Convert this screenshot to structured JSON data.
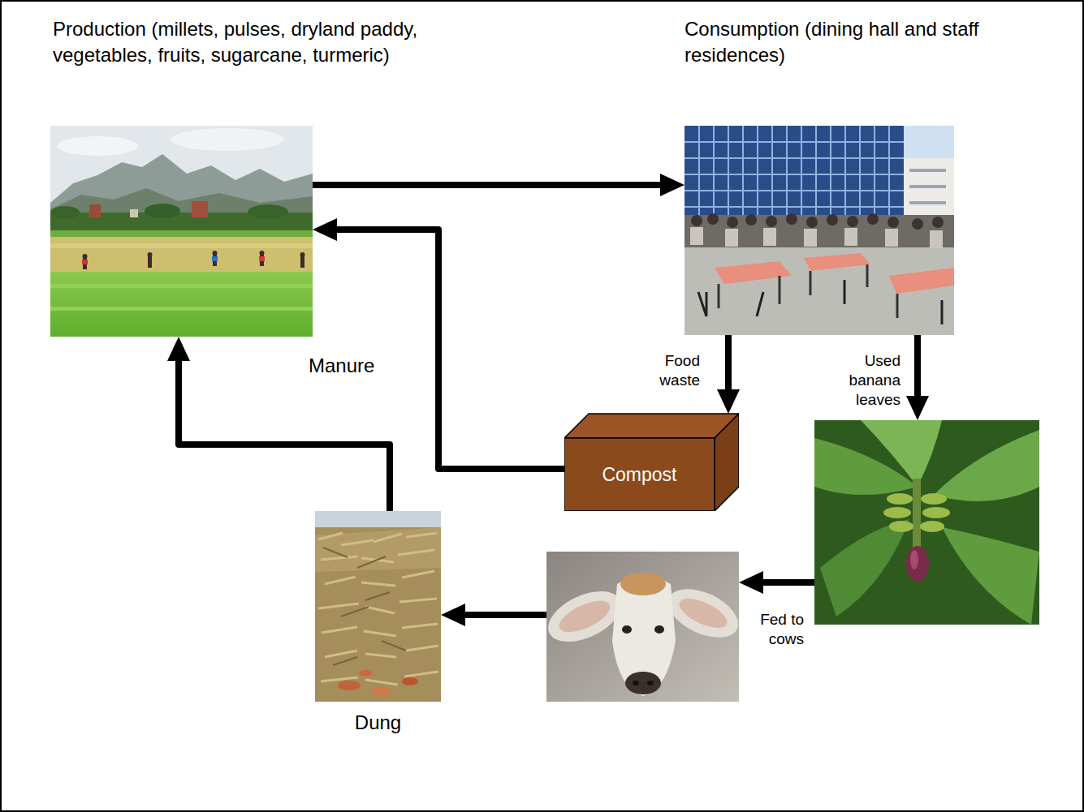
{
  "diagram": {
    "nodes": [
      {
        "text": [
          "Production (millets, pulses, dryland paddy, vegetables, fruits, sugarcane, turmeric)"
        ]
      },
      {
        "text": [
          "Consumption (dining hall and staff residences)"
        ]
      },
      {
        "text": [
          "Compost"
        ]
      },
      {
        "text": []
      },
      {
        "text": []
      },
      {
        "text": [
          "Dung"
        ]
      }
    ],
    "edges": [
      {
        "from": 0,
        "to": 1,
        "arrow": "to"
      },
      {
        "from": 1,
        "to": 2,
        "label": "Food waste",
        "arrow": "to"
      },
      {
        "from": 2,
        "to": 0,
        "arrow": "to"
      },
      {
        "from": 1,
        "to": 3,
        "label": "Used banana leaves",
        "arrow": "to"
      },
      {
        "from": 3,
        "to": 4,
        "label": "Fed to cows",
        "arrow": "to"
      },
      {
        "from": 4,
        "to": 5,
        "arrow": "to"
      },
      {
        "from": 5,
        "to": 0,
        "arrow": "to"
      }
    ],
    "labels": [
      "Manure"
    ]
  }
}
